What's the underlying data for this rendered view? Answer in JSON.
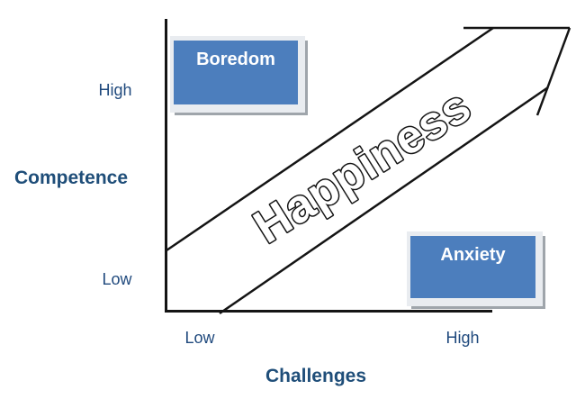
{
  "diagram": {
    "arrow_label": "Happiness",
    "boxes": {
      "boredom": "Boredom",
      "anxiety": "Anxiety"
    },
    "y_axis": {
      "title": "Competence",
      "top_tick": "High",
      "bottom_tick": "Low"
    },
    "x_axis": {
      "title": "Challenges",
      "left_tick": "Low",
      "right_tick": "High"
    },
    "colors": {
      "box_fill": "#4c7ebd",
      "box_frame": "#e9ecf0",
      "box_shadow": "#9fa5ab",
      "label_blue": "#1f497d",
      "title_blue": "#1f4e79",
      "line_black": "#141414"
    }
  }
}
